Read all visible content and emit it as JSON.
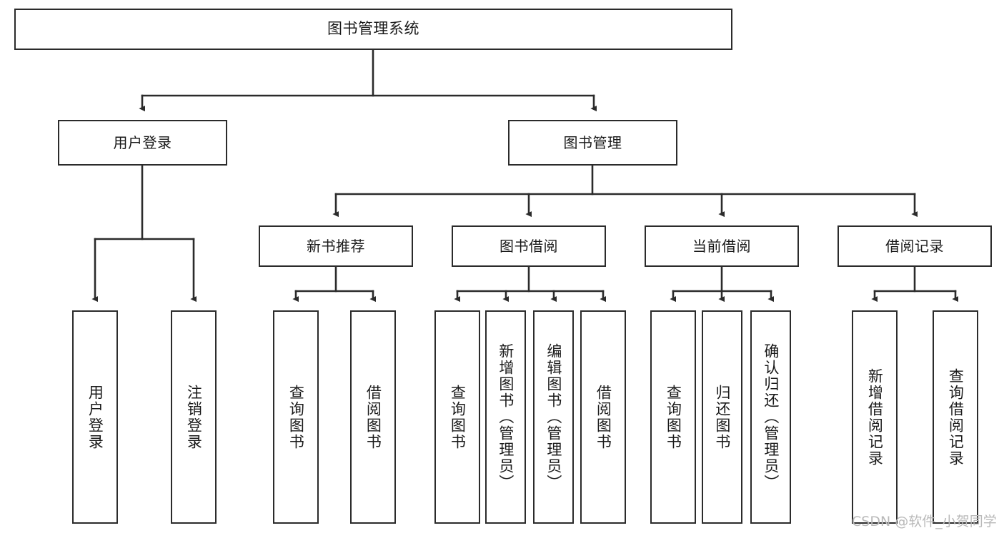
{
  "diagram": {
    "type": "tree-hierarchy-chart",
    "title": "图书管理系统",
    "orientation": "top-down",
    "colors": {
      "box_border": "#2b2b2b",
      "box_fill": "#ffffff",
      "connector": "#2b2b2b",
      "text": "#1a1a1a",
      "background": "#ffffff",
      "watermark": "#b9b9b9"
    },
    "root": {
      "label": "图书管理系统"
    },
    "level1": [
      {
        "label": "用户登录"
      },
      {
        "label": "图书管理"
      }
    ],
    "level2": [
      {
        "label": "新书推荐"
      },
      {
        "label": "图书借阅"
      },
      {
        "label": "当前借阅"
      },
      {
        "label": "借阅记录"
      }
    ],
    "leaves": {
      "user_login": [
        {
          "label": "用户登录"
        },
        {
          "label": "注销登录"
        }
      ],
      "new_book_recommend": [
        {
          "label": "查询图书"
        },
        {
          "label": "借阅图书"
        }
      ],
      "book_borrow": [
        {
          "label": "查询图书"
        },
        {
          "label": "新增图书（管理员）"
        },
        {
          "label": "编辑图书（管理员）"
        },
        {
          "label": "借阅图书"
        }
      ],
      "current_borrow": [
        {
          "label": "查询图书"
        },
        {
          "label": "归还图书"
        },
        {
          "label": "确认归还（管理员）"
        }
      ],
      "borrow_record": [
        {
          "label": "新增借阅记录"
        },
        {
          "label": "查询借阅记录"
        }
      ]
    }
  },
  "watermark": {
    "text": "CSDN @软件_小贺同学"
  }
}
